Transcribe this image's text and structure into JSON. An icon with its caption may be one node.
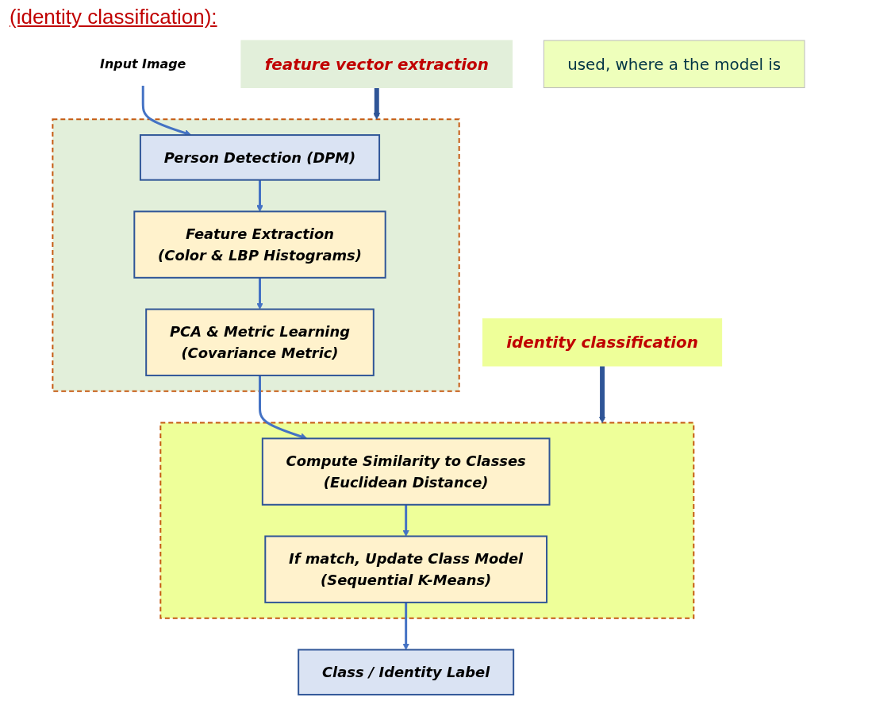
{
  "diagram": {
    "nodes": [
      {
        "text": [
          "Input Image"
        ]
      },
      {
        "text": [],
        "shape": "box"
      },
      {
        "text": [
          "Person Detection (DPM)"
        ],
        "in": 1
      },
      {
        "text": [
          "Feature Extraction",
          "(Color & LBP Histograms)"
        ],
        "in": 1
      },
      {
        "text": [
          "PCA & Metric Learning",
          "(Covariance Metric)"
        ],
        "in": 1
      },
      {
        "text": [],
        "shape": "box"
      },
      {
        "text": [
          "Compute Similarity to Classes",
          "(Euclidean Distance)"
        ],
        "in": 5
      },
      {
        "text": [
          "If match, Update Class Model",
          "(Sequential K-Means)"
        ],
        "in": 5
      },
      {
        "text": [
          "Class / Identity Label"
        ]
      },
      {
        "text": [
          "feature vector extraction"
        ]
      },
      {
        "text": [
          "identity classification"
        ]
      },
      {
        "text": [
          "used, where a the model is"
        ]
      }
    ],
    "edges": [
      {
        "from": 0,
        "to": 2,
        "arrow": "to"
      },
      {
        "from": 2,
        "to": 3,
        "arrow": "to"
      },
      {
        "from": 3,
        "to": 4,
        "arrow": "to"
      },
      {
        "from": 4,
        "to": 6,
        "arrow": "to"
      },
      {
        "from": 6,
        "to": 7,
        "arrow": "to"
      },
      {
        "from": 7,
        "to": 8,
        "arrow": "to"
      },
      {
        "from": 9,
        "to": 1,
        "arrow": "to",
        "style": "thick",
        "color": "#2f5597"
      },
      {
        "from": 10,
        "to": 5,
        "arrow": "to",
        "style": "thick",
        "color": "#2f5597"
      }
    ],
    "labels": [
      "(identity classification):"
    ]
  }
}
